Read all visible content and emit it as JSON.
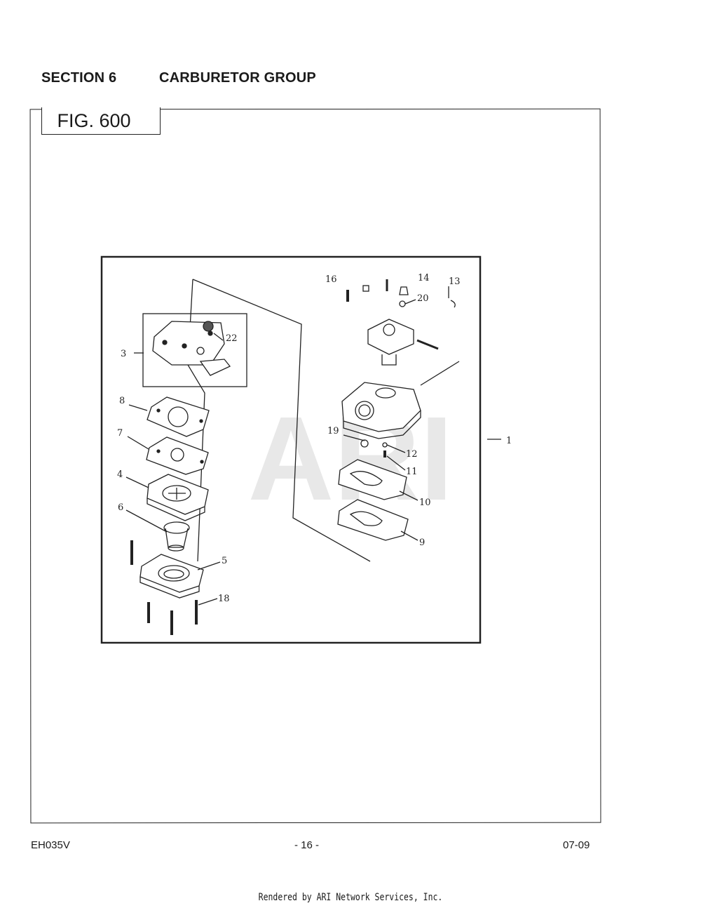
{
  "header": {
    "section_number": "SECTION 6",
    "section_title": "CARBURETOR GROUP"
  },
  "figure": {
    "label": "FIG. 600",
    "watermark": "ARI",
    "callouts": {
      "c1": "1",
      "c3": "3",
      "c4": "4",
      "c5": "5",
      "c6": "6",
      "c7": "7",
      "c8": "8",
      "c9": "9",
      "c10": "10",
      "c11": "11",
      "c12": "12",
      "c13": "13",
      "c14": "14",
      "c16": "16",
      "c18": "18",
      "c19": "19",
      "c20": "20",
      "c22": "22"
    }
  },
  "footer": {
    "model": "EH035V",
    "page": "- 16 -",
    "date": "07-09"
  },
  "rendered_by": "Rendered by ARI Network Services, Inc."
}
